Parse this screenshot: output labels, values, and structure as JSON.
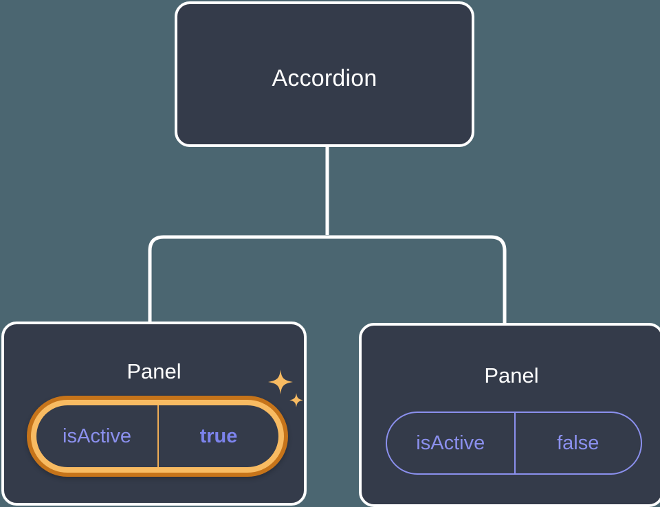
{
  "canvas": {
    "background_color": "#4b6671",
    "node_fill_color": "#343b4a",
    "node_border_color": "#ffffff",
    "connector_color": "#ffffff",
    "prop_text_color": "#8b90ee",
    "highlight_outer_color": "#c6741a",
    "highlight_inner_color": "#f8bb62",
    "sparkle_color": "#f8bb62"
  },
  "tree": {
    "root": {
      "title": "Accordion"
    },
    "children": [
      {
        "title": "Panel",
        "highlighted": true,
        "prop": {
          "key": "isActive",
          "value": "true"
        }
      },
      {
        "title": "Panel",
        "highlighted": false,
        "prop": {
          "key": "isActive",
          "value": "false"
        }
      }
    ]
  },
  "icons": {
    "sparkle_large": "sparkle-icon",
    "sparkle_small": "sparkle-icon"
  }
}
